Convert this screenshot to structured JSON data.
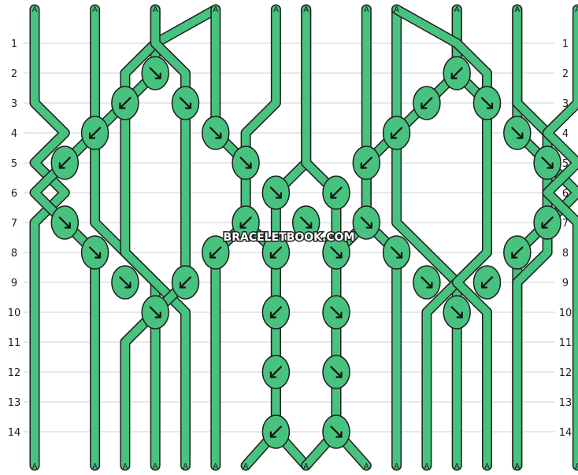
{
  "watermark": "BRACELETBOOK.COM",
  "strand_label": "A",
  "row_labels": [
    "1",
    "2",
    "3",
    "4",
    "5",
    "6",
    "7",
    "8",
    "9",
    "10",
    "11",
    "12",
    "13",
    "14"
  ],
  "colors": {
    "strand": "#48c27f",
    "outline": "#1e1e1e",
    "grid": "#d2d2d2",
    "background": "#ffffff",
    "arrow": "#111111"
  },
  "knots": [
    {
      "row": 2,
      "col": 4,
      "dir": "se"
    },
    {
      "row": 2,
      "col": 14,
      "dir": "sw"
    },
    {
      "row": 3,
      "col": 3,
      "dir": "sw"
    },
    {
      "row": 3,
      "col": 5,
      "dir": "se"
    },
    {
      "row": 3,
      "col": 13,
      "dir": "sw"
    },
    {
      "row": 3,
      "col": 15,
      "dir": "se"
    },
    {
      "row": 4,
      "col": 2,
      "dir": "sw"
    },
    {
      "row": 4,
      "col": 6,
      "dir": "se"
    },
    {
      "row": 4,
      "col": 12,
      "dir": "sw"
    },
    {
      "row": 4,
      "col": 16,
      "dir": "se"
    },
    {
      "row": 5,
      "col": 1,
      "dir": "sw"
    },
    {
      "row": 5,
      "col": 7,
      "dir": "se"
    },
    {
      "row": 5,
      "col": 11,
      "dir": "sw"
    },
    {
      "row": 5,
      "col": 17,
      "dir": "se"
    },
    {
      "row": 6,
      "col": 8,
      "dir": "se"
    },
    {
      "row": 6,
      "col": 10,
      "dir": "sw"
    },
    {
      "row": 7,
      "col": 1,
      "dir": "se"
    },
    {
      "row": 7,
      "col": 7,
      "dir": "sw"
    },
    {
      "row": 7,
      "col": 9,
      "dir": "se"
    },
    {
      "row": 7,
      "col": 11,
      "dir": "se"
    },
    {
      "row": 7,
      "col": 17,
      "dir": "sw"
    },
    {
      "row": 8,
      "col": 2,
      "dir": "se"
    },
    {
      "row": 8,
      "col": 6,
      "dir": "sw"
    },
    {
      "row": 8,
      "col": 8,
      "dir": "sw"
    },
    {
      "row": 8,
      "col": 10,
      "dir": "se"
    },
    {
      "row": 8,
      "col": 12,
      "dir": "se"
    },
    {
      "row": 8,
      "col": 16,
      "dir": "sw"
    },
    {
      "row": 9,
      "col": 3,
      "dir": "se"
    },
    {
      "row": 9,
      "col": 5,
      "dir": "sw"
    },
    {
      "row": 9,
      "col": 13,
      "dir": "se"
    },
    {
      "row": 9,
      "col": 15,
      "dir": "sw"
    },
    {
      "row": 10,
      "col": 4,
      "dir": "se"
    },
    {
      "row": 10,
      "col": 8,
      "dir": "sw"
    },
    {
      "row": 10,
      "col": 10,
      "dir": "se"
    },
    {
      "row": 10,
      "col": 14,
      "dir": "se"
    },
    {
      "row": 12,
      "col": 8,
      "dir": "sw"
    },
    {
      "row": 12,
      "col": 10,
      "dir": "se"
    },
    {
      "row": 14,
      "col": 8,
      "dir": "sw"
    },
    {
      "row": 14,
      "col": 10,
      "dir": "se"
    }
  ]
}
